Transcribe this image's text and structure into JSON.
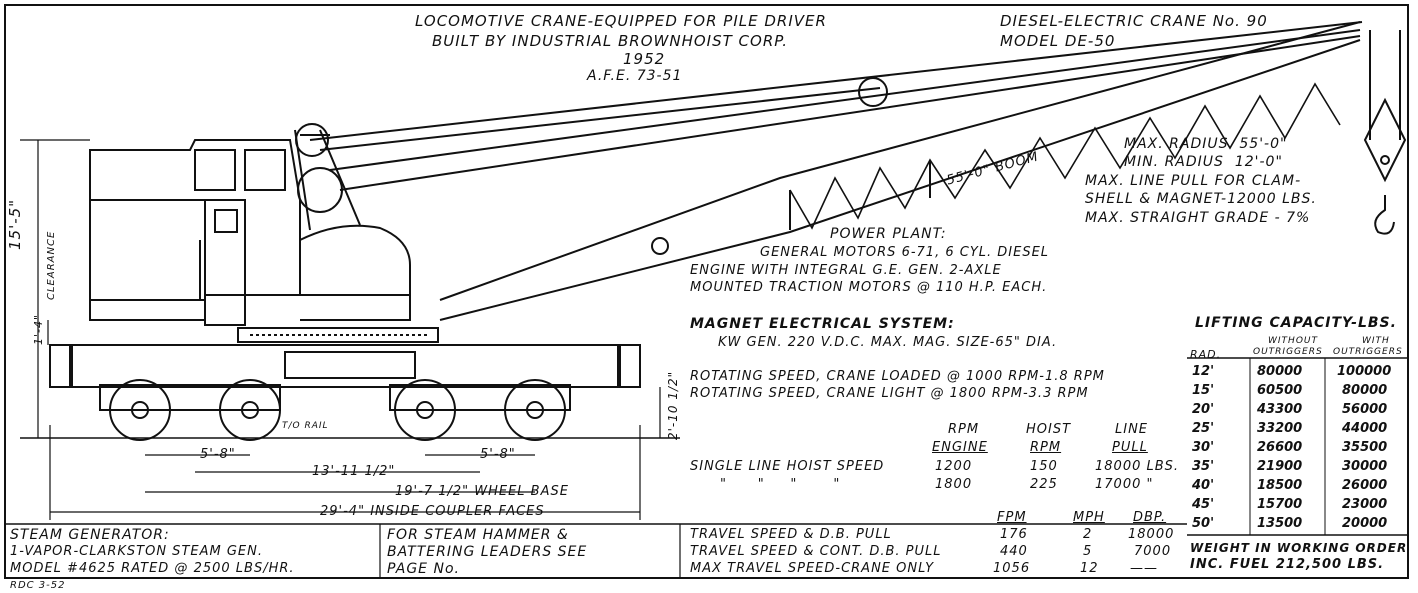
{
  "header": {
    "line1": "LOCOMOTIVE CRANE-EQUIPPED FOR PILE DRIVER",
    "line2": "BUILT BY INDUSTRIAL BROWNHOIST CORP.",
    "line3": "1952",
    "line4": "A.F.E. 73-51",
    "crane_no": "DIESEL-ELECTRIC CRANE No. 90",
    "model": "MODEL DE-50"
  },
  "boom_label": "55'-0\" BOOM",
  "specs": {
    "max_radius": "MAX. RADIUS  55'-0\"",
    "min_radius": "MIN. RADIUS  12'-0\"",
    "line_pull_1": "MAX. LINE PULL FOR CLAM-",
    "line_pull_2": "SHELL & MAGNET-12000 LBS.",
    "grade": "MAX. STRAIGHT GRADE - 7%"
  },
  "power_plant": {
    "title": "POWER PLANT:",
    "l1": "GENERAL MOTORS 6-71, 6 CYL. DIESEL",
    "l2": "ENGINE WITH INTEGRAL G.E. GEN. 2-AXLE",
    "l3": "MOUNTED TRACTION MOTORS @ 110 H.P. EACH."
  },
  "magnet": {
    "title": "MAGNET ELECTRICAL SYSTEM:",
    "l1": "KW GEN. 220 V.D.C. MAX. MAG. SIZE-65\" DIA."
  },
  "rotating": {
    "loaded": "ROTATING SPEED, CRANE LOADED @ 1000 RPM-1.8 RPM",
    "light": "ROTATING SPEED, CRANE LIGHT @ 1800 RPM-3.3 RPM"
  },
  "hoist_table": {
    "h_rpm": "RPM",
    "h_engine": "ENGINE",
    "h_hoist": "HOIST",
    "h_hrpm": "RPM",
    "h_line": "LINE",
    "h_pull": "PULL",
    "row1_label": "SINGLE LINE HOIST SPEED",
    "row1_rpm": "1200",
    "row1_hoist": "150",
    "row1_pull": "18000 LBS.",
    "row2_label": "\"      \"     \"       \"",
    "row2_rpm": "1800",
    "row2_hoist": "225",
    "row2_pull": "17000 \""
  },
  "travel": {
    "h_fpm": "FPM",
    "h_mph": "MPH",
    "h_dbp": "DBP.",
    "r1_label": "TRAVEL SPEED & D.B. PULL",
    "r1_fpm": "176",
    "r1_mph": "2",
    "r1_dbp": "18000",
    "r2_label": "TRAVEL SPEED & CONT. D.B. PULL",
    "r2_fpm": "440",
    "r2_mph": "5",
    "r2_dbp": "7000",
    "r3_label": "MAX TRAVEL SPEED-CRANE ONLY",
    "r3_fpm": "1056",
    "r3_mph": "12",
    "r3_dbp": "——"
  },
  "capacity": {
    "title": "LIFTING CAPACITY-LBS.",
    "h_rad": "RAD.",
    "h_without_1": "WITHOUT",
    "h_without_2": "OUTRIGGERS",
    "h_with_1": "WITH",
    "h_with_2": "OUTRIGGERS",
    "rows": [
      {
        "rad": "12'",
        "without": "80000",
        "with": "100000"
      },
      {
        "rad": "15'",
        "without": "60500",
        "with": "80000"
      },
      {
        "rad": "20'",
        "without": "43300",
        "with": "56000"
      },
      {
        "rad": "25'",
        "without": "33200",
        "with": "44000"
      },
      {
        "rad": "30'",
        "without": "26600",
        "with": "35500"
      },
      {
        "rad": "35'",
        "without": "21900",
        "with": "30000"
      },
      {
        "rad": "40'",
        "without": "18500",
        "with": "26000"
      },
      {
        "rad": "45'",
        "without": "15700",
        "with": "23000"
      },
      {
        "rad": "50'",
        "without": "13500",
        "with": "20000"
      }
    ],
    "weight_1": "WEIGHT IN WORKING ORDER",
    "weight_2": "INC. FUEL 212,500 LBS."
  },
  "steam": {
    "l1": "STEAM GENERATOR:",
    "l2": "1-VAPOR-CLARKSTON STEAM GEN.",
    "l3": "MODEL #4625 RATED @ 2500 LBS/HR."
  },
  "hammer": {
    "l1": "FOR STEAM HAMMER &",
    "l2": "BATTERING LEADERS SEE",
    "l3": "PAGE No."
  },
  "dimensions": {
    "height": "15'-5\"",
    "clearance": "CLEARANCE",
    "d14": "1'-4\"",
    "d_rail": "2'-10 1/2\"",
    "truck_l": "5'-8\"",
    "truck_r": "5'-8\"",
    "centers": "13'-11 1/2\"",
    "wheelbase": "19'-7 1/2\" WHEEL BASE",
    "overall": "29'-4\" INSIDE COUPLER FACES",
    "top_of_rail": "T/O RAIL"
  },
  "drawn_by": "RDC 3-52"
}
